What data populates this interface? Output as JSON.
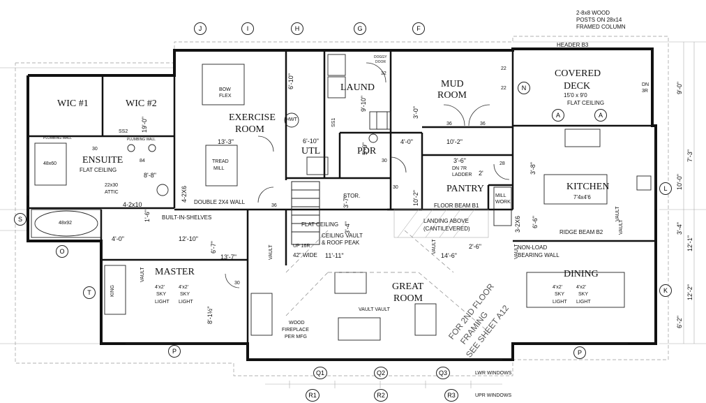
{
  "grid_top": [
    "J",
    "I",
    "H",
    "G",
    "F"
  ],
  "grid_bottom_q": [
    "Q1",
    "Q2",
    "Q3"
  ],
  "grid_bottom_r": [
    "R1",
    "R2",
    "R3"
  ],
  "grid_left": [
    "S",
    "O",
    "T"
  ],
  "grid_right": [
    "N",
    "L",
    "K"
  ],
  "grid_a": [
    "A",
    "A"
  ],
  "grid_p": [
    "P",
    "P"
  ],
  "rooms": {
    "wic1": "WIC #1",
    "wic2": "WIC #2",
    "ensuite": "ENSUITE",
    "exercise_1": "EXERCISE",
    "exercise_2": "ROOM",
    "laund": "LAUND",
    "mud_1": "MUD",
    "mud_2": "ROOM",
    "covered_1": "COVERED",
    "covered_2": "DECK",
    "utl": "UTL",
    "pdr": "PDR",
    "pantry": "PANTRY",
    "kitchen": "KITCHEN",
    "master": "MASTER",
    "great_1": "GREAT",
    "great_2": "ROOM",
    "dining": "DINING"
  },
  "notes": {
    "posts": [
      "2-8x8 WOOD",
      "POSTS ON 28x14",
      "FRAMED COLUMN"
    ],
    "header_b3": "HEADER B3",
    "deck_size": "15'0 x 9'0",
    "flat_ceiling": "FLAT CEILING",
    "bow_flex": [
      "BOW",
      "FLEX"
    ],
    "tread_mill": [
      "TREAD",
      "MILL"
    ],
    "doggy_door": [
      "DOGGY",
      "DOOR"
    ],
    "hwt": "HWT",
    "plumbing_wall": "PLUMBING WALL",
    "attic": [
      "22x30",
      "ATTIC"
    ],
    "double_wall": "DOUBLE 2X4 WALL",
    "built_in": "BUILT-IN-SHELVES",
    "ladder": [
      "DN 7R",
      "LADDER"
    ],
    "mill_work": [
      "MILL",
      "WORK"
    ],
    "kitchen_size": "7'4x4'6",
    "floor_beam": "FLOOR BEAM B1",
    "landing": [
      "LANDING ABOVE",
      "(CANTILEVERED)"
    ],
    "ridge_beam": "RIDGE BEAM B2",
    "non_load": [
      "NON-LOAD",
      "BEARING WALL"
    ],
    "stor": "STOR.",
    "ceiling_vault": [
      "CEILING VAULT",
      "& ROOF PEAK"
    ],
    "up_16r": "UP 16R",
    "wide": "42\" WIDE",
    "dn_3r": [
      "DN",
      "3R"
    ],
    "king": "KING",
    "sky_light": [
      "4'x2'",
      "SKY",
      "LIGHT"
    ],
    "fireplace": [
      "WOOD",
      "FIREPLACE",
      "PER MFG"
    ],
    "vault": "VAULT",
    "vault_vault": "VAULT  VAULT",
    "framing_note": [
      "FOR 2ND FLOOR",
      "FRAMING",
      "SEE SHEET A12"
    ],
    "lwr_windows": "LWR WINDOWS",
    "upr_windows": "UPR WINDOWS",
    "tub": "48x92",
    "shower": "48x60",
    "ss2": "SS2",
    "ss1": "SS1",
    "d84": "84",
    "d30": "30",
    "d22": "22",
    "d32": "32",
    "d36": "36",
    "d28": "28"
  },
  "dims": {
    "d_19_0": "19'-0\"",
    "d_13_3": "13'-3\"",
    "d_8_8": "8'-8\"",
    "d_4_2x10": "4-2x10",
    "d_4_2x6": "4-2X6",
    "d_4_0": "4'-0\"",
    "d_12_10": "12'-10\"",
    "d_13_7": "13'-7\"",
    "d_6_7": "6'-7\"",
    "d_8_1_half": "8'-1½\"",
    "d_6_10a": "6'-10\"",
    "d_6_10b": "6'-10\"",
    "d_9_10": "9'-10\"",
    "d_5_9": "5'-9\"",
    "d_10_2a": "10'-2\"",
    "d_3_0": "3'-0\"",
    "d_4_0b": "4'-0\"",
    "d_3_6": "3'-6\"",
    "d_2": "2'",
    "d_3_8": "3'-8\"",
    "d_3_2x6": "3-2X6",
    "d_6_6": "6'-6\"",
    "d_11_11": "11'-11\"",
    "d_14_6": "14'-6\"",
    "d_2_6": "2'-6\"",
    "d_10_2b": "10'-2\"",
    "d_9_0": "9'-0\"",
    "d_7_3": "7'-3\"",
    "d_10_0": "10'-0\"",
    "d_12_1": "12'-1\"",
    "d_3_4": "3'-4\"",
    "d_12_2": "12'-2\"",
    "d_6_2": "6'-2\"",
    "d_3_7": "3'-7\"",
    "d_3_4b": "3'-4\"",
    "d_1_6": "1'-6\""
  }
}
